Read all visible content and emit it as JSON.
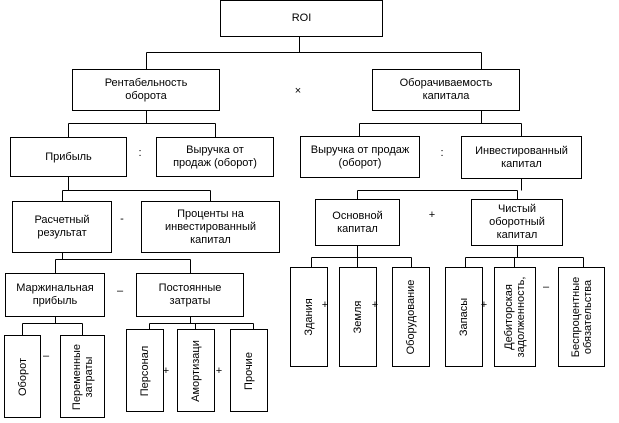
{
  "roi": "ROI",
  "level1": {
    "left": "Рентабельность\nоборота",
    "op": "×",
    "right": "Оборачиваемость\nкапитала"
  },
  "level2": {
    "profit": "Прибыль",
    "op_left": ":",
    "revenue_left": "Выручка от\nпродаж (оборот)",
    "revenue_right": "Выручка от продаж\n(оборот)",
    "op_right": ":",
    "invested": "Инвестированный\nкапитал"
  },
  "level3": {
    "calc_result": "Расчетный\nрезультат",
    "op_minus": "-",
    "interest": "Проценты на\nинвестированный\nкапитал",
    "fixed_capital": "Основной\nкапитал",
    "op_plus": "+",
    "net_working": "Чистый\nоборотный\nкапитал"
  },
  "level4": {
    "marginal": "Маржинальная\nприбыль",
    "op_minus": "–",
    "fixed_costs": "Постоянные\nзатраты"
  },
  "leaves": {
    "turnover": "Оборот",
    "op1": "–",
    "variable_costs": "Переменные\nзатраты",
    "personnel": "Персонал",
    "op2": "+",
    "amortization": "Амортизаци",
    "op3": "+",
    "other": "Прочие",
    "buildings": "Здания",
    "op4": "+",
    "land": "Земля",
    "op5": "+",
    "equipment": "Оборудование",
    "inventory": "Запасы",
    "op6": "+",
    "receivables": "Дебиторская\nзадолженность,",
    "op7": "–",
    "interest_free": "Беспроцентные\nобязательства"
  }
}
